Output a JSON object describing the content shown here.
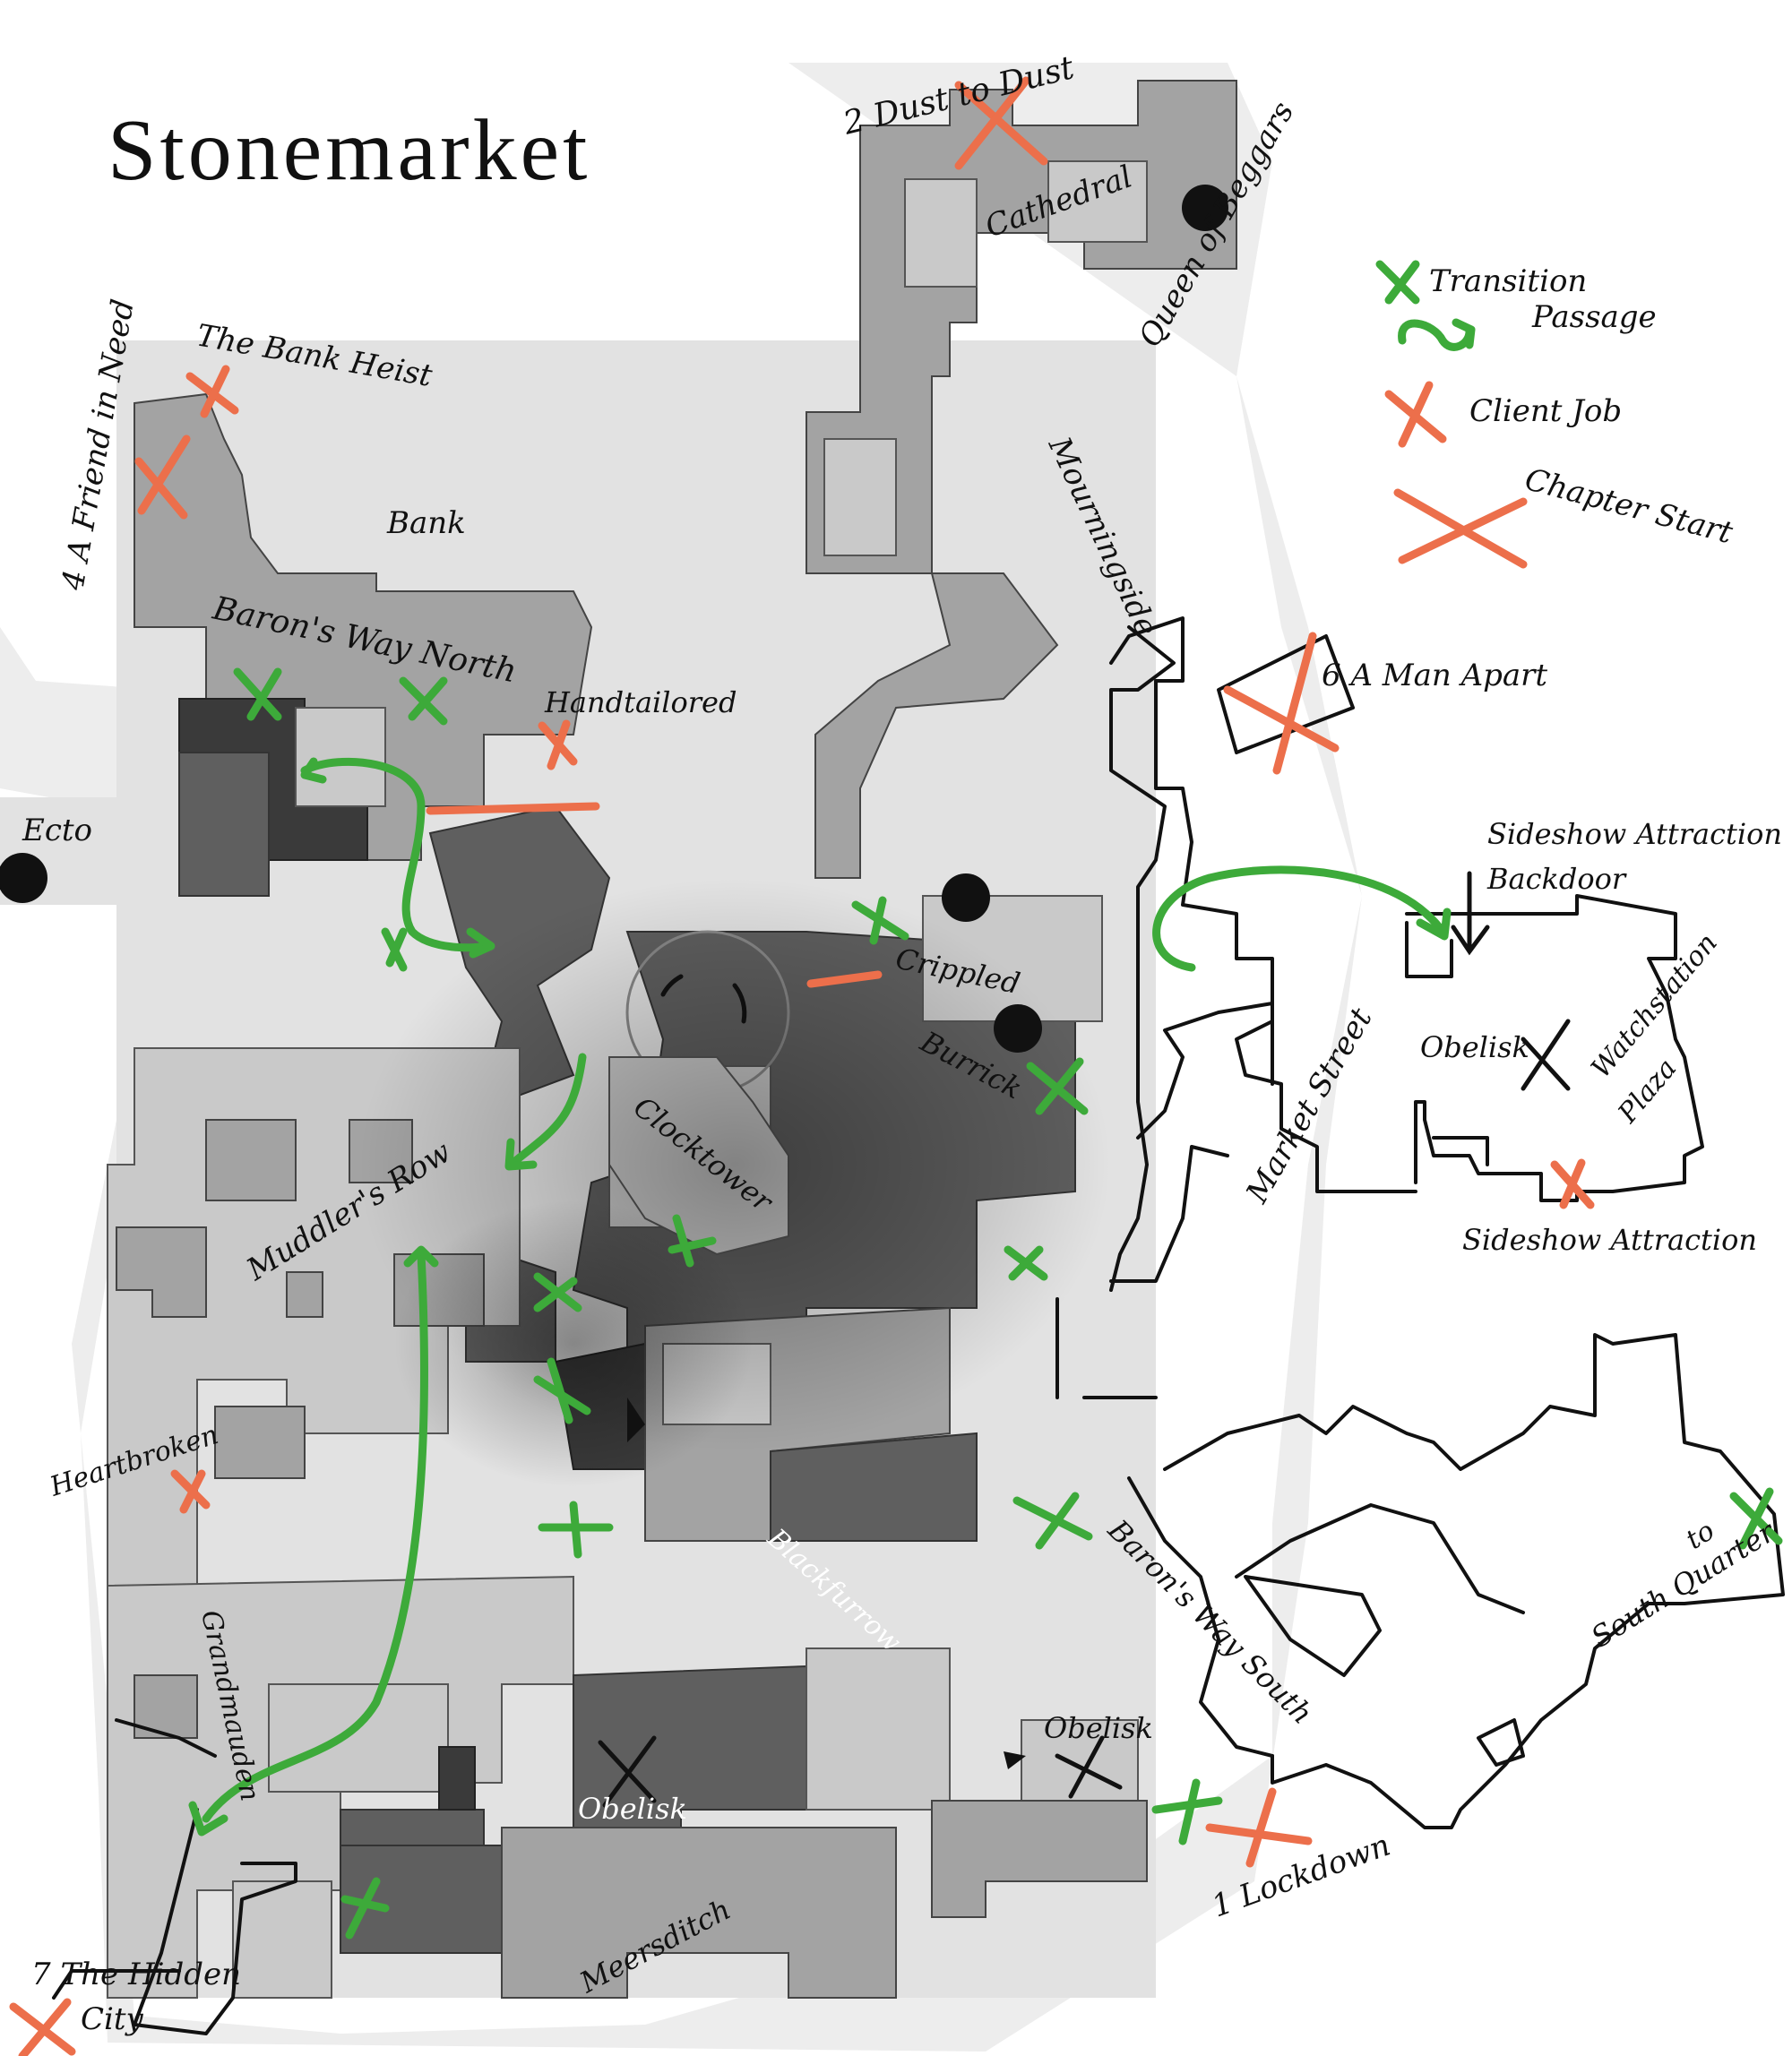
{
  "map": {
    "title": "Stonemarket",
    "legend": {
      "transition": "Transition",
      "passage": "Passage",
      "client_job": "Client Job",
      "chapter_start": "Chapter Start"
    },
    "colors": {
      "transition": "#3daa3a",
      "client_job": "#ec6f4b",
      "chapter_start": "#ec6f4b",
      "ink": "#111111"
    },
    "labels": {
      "dust_to_dust": "2 Dust to Dust",
      "cathedral": "Cathedral",
      "queen_of_beggars": "Queen of Beggars",
      "bank_heist": "The Bank Heist",
      "friend_in_need": "4 A Friend in Need",
      "bank": "Bank",
      "mourningside": "Mourningside",
      "barons_way_north": "Baron's Way North",
      "handtailored": "Handtailored",
      "man_apart": "6 A Man Apart",
      "ecto": "Ecto",
      "sideshow_backdoor_1": "Sideshow Attraction",
      "sideshow_backdoor_2": "Backdoor",
      "crippled": "Crippled",
      "burrick": "Burrick",
      "obelisk_east": "Obelisk",
      "watchstation_1": "Watchstation",
      "watchstation_2": "Plaza",
      "market_street": "Market Street",
      "clocktower": "Clocktower",
      "muddlers_row": "Muddler's Row",
      "sideshow_attraction": "Sideshow Attraction",
      "heartbroken": "Heartbroken",
      "barons_way_south": "Baron's Way South",
      "to_south_quarter_1": "to",
      "to_south_quarter_2": "South Quarter",
      "blackfurrow": "Blackfurrow",
      "grandmauden": "Grandmauden",
      "obelisk_center": "Obelisk",
      "obelisk_south": "Obelisk",
      "lockdown": "1 Lockdown",
      "meersditch": "Meersditch",
      "hidden_city_1": "7 The Hidden",
      "hidden_city_2": "City"
    },
    "icons": [
      "transition-x-icon",
      "passage-arrow-icon",
      "client-job-x-icon",
      "chapter-start-x-icon",
      "obelisk-x-icon",
      "marker-dot-icon"
    ]
  }
}
